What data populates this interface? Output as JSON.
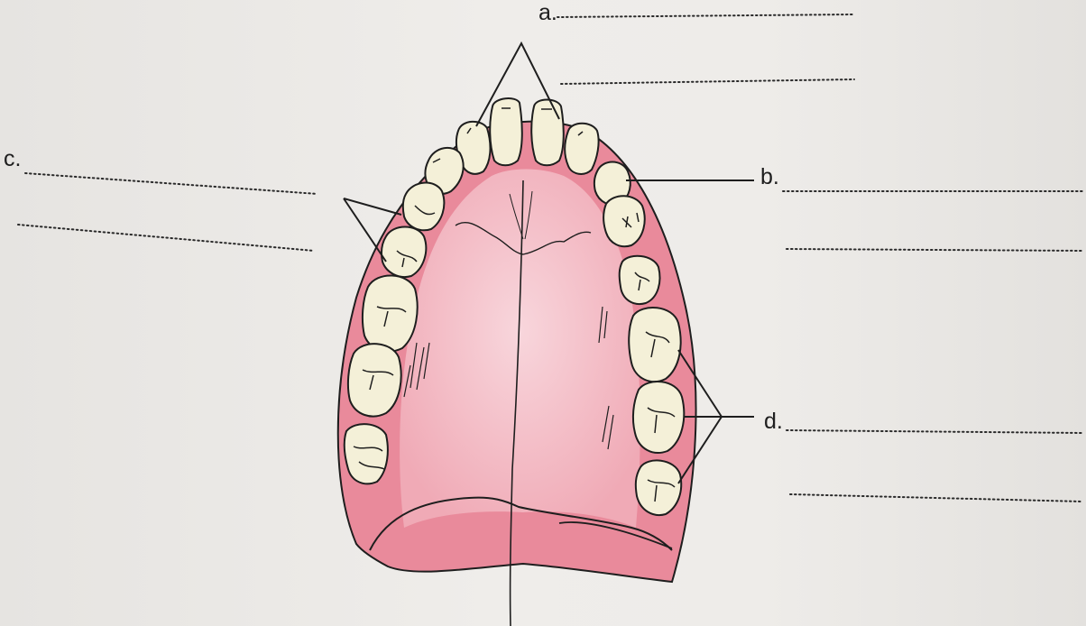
{
  "labels": {
    "a": "a.",
    "b": "b.",
    "c": "c.",
    "d": "d."
  },
  "colors": {
    "gum": "#e98a9b",
    "palate": "#f4b9c2",
    "tooth": "#f4f0d8",
    "ink": "#1e1e1e",
    "paper": "#ebe9e6"
  }
}
